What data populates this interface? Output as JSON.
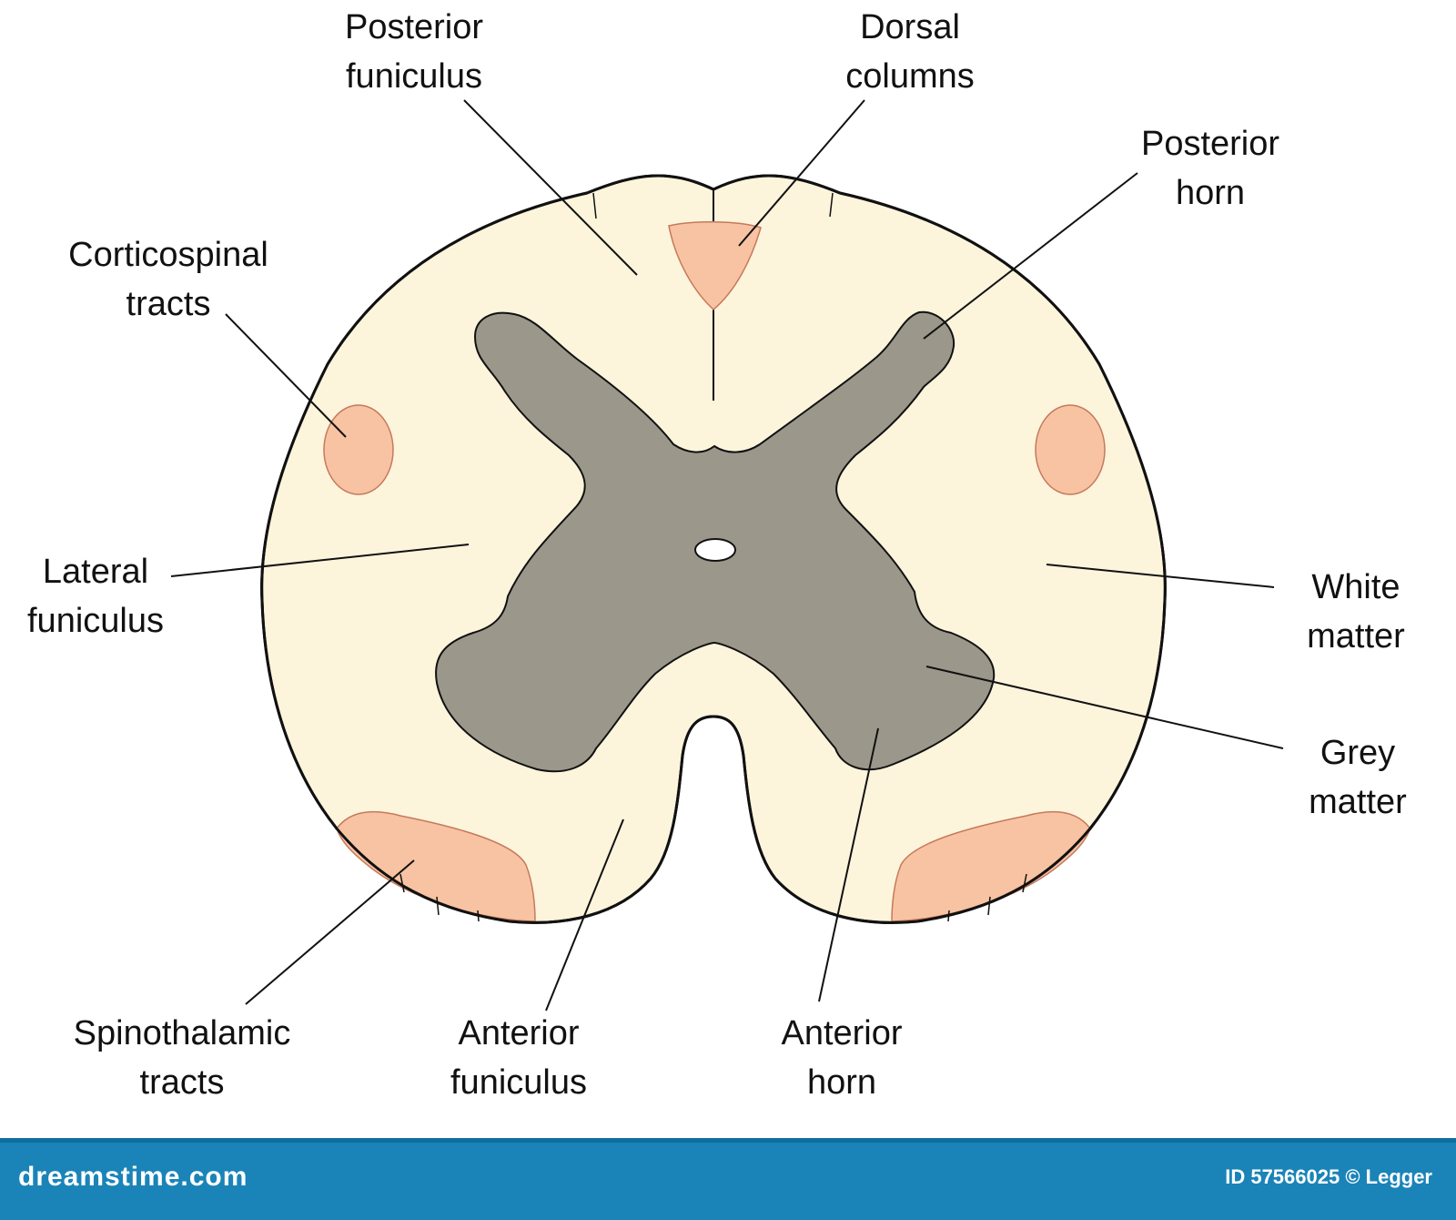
{
  "labels": {
    "posterior_funiculus": [
      "Posterior",
      "funiculus"
    ],
    "dorsal_columns": [
      "Dorsal",
      "columns"
    ],
    "posterior_horn": [
      "Posterior",
      "horn"
    ],
    "corticospinal_tracts": [
      "Corticospinal",
      "tracts"
    ],
    "lateral_funiculus": [
      "Lateral",
      "funiculus"
    ],
    "white_matter": [
      "White",
      "matter"
    ],
    "grey_matter": [
      "Grey",
      "matter"
    ],
    "spinothalamic_tracts": [
      "Spinothalamic",
      "tracts"
    ],
    "anterior_funiculus": [
      "Anterior",
      "funiculus"
    ],
    "anterior_horn": [
      "Anterior",
      "horn"
    ]
  },
  "footer": {
    "brand": "dreamstime.com",
    "credit": "ID 57566025 © Legger"
  },
  "colors": {
    "white_matter": "#fdf4dc",
    "grey_matter": "#9b978a",
    "tract": "#f8c3a2",
    "outline": "#111111",
    "footer": "#1a84b8"
  }
}
